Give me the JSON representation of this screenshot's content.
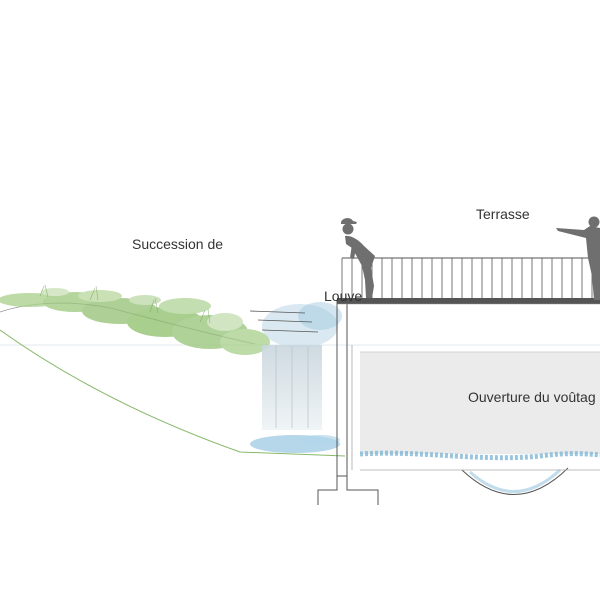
{
  "labels": {
    "succession": "Succession de",
    "terrasse": "Terrasse",
    "louve": "Louve",
    "ouverture": "Ouverture du voûtag"
  },
  "colors": {
    "vegetation_green": "#8dbf6a",
    "water_blue": "#7fb7d6",
    "ground_line": "#86b96a",
    "structure_line": "#555555",
    "vault_fill": "#ebebeb",
    "silhouette": "#6f6f6f"
  },
  "icons": {
    "people": "person-silhouette-icon",
    "railing": "railing-icon"
  }
}
